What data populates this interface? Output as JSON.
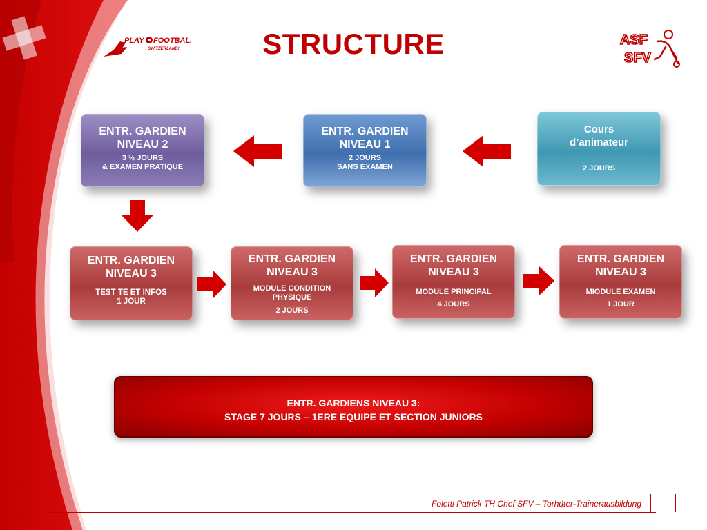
{
  "slide": {
    "title": "STRUCTURE",
    "logo_left": "PLAY FOOTBALL SWITZERLAND",
    "logo_right": "ASF SFV"
  },
  "boxes": {
    "niveau2": {
      "title": "ENTR. GARDIEN\nNIVEAU 2",
      "sub": "3 ½ JOURS\n& EXAMEN PRATIQUE"
    },
    "niveau1": {
      "title": "ENTR. GARDIEN\nNIVEAU 1",
      "sub": "2 JOURS\nSANS EXAMEN"
    },
    "animateur": {
      "title": "Cours\nd’animateur",
      "sub": "2 JOURS"
    },
    "n3_test": {
      "title": "ENTR. GARDIEN\nNIVEAU 3",
      "sub": "TEST TE ET INFOS\n1 JOUR"
    },
    "n3_condition": {
      "title": "ENTR. GARDIEN\nNIVEAU 3",
      "sub1": "MODULE CONDITION\nPHYSIQUE",
      "sub2": "2 JOURS"
    },
    "n3_principal": {
      "title": "ENTR. GARDIEN\nNIVEAU 3",
      "sub1": "MODULE PRINCIPAL",
      "sub2": "4 JOURS"
    },
    "n3_examen": {
      "title": "ENTR. GARDIEN\nNIVEAU 3",
      "sub1": "MIODULE EXAMEN",
      "sub2": "1 JOUR"
    }
  },
  "banner": {
    "line1": "ENTR. GARDIENS NIVEAU 3:",
    "line2": "STAGE 7 JOURS – 1ERE EQUIPE ET SECTION JUNIORS"
  },
  "footer": {
    "text": "Foletti Patrick TH Chef  SFV – Torhüter-Trainerausbildung"
  },
  "colors": {
    "accent": "#c00000",
    "purple": "#7b69a8",
    "blue": "#4a79b6",
    "teal": "#4aa3bc",
    "red_box": "#b34646",
    "banner": "#cc0000"
  }
}
